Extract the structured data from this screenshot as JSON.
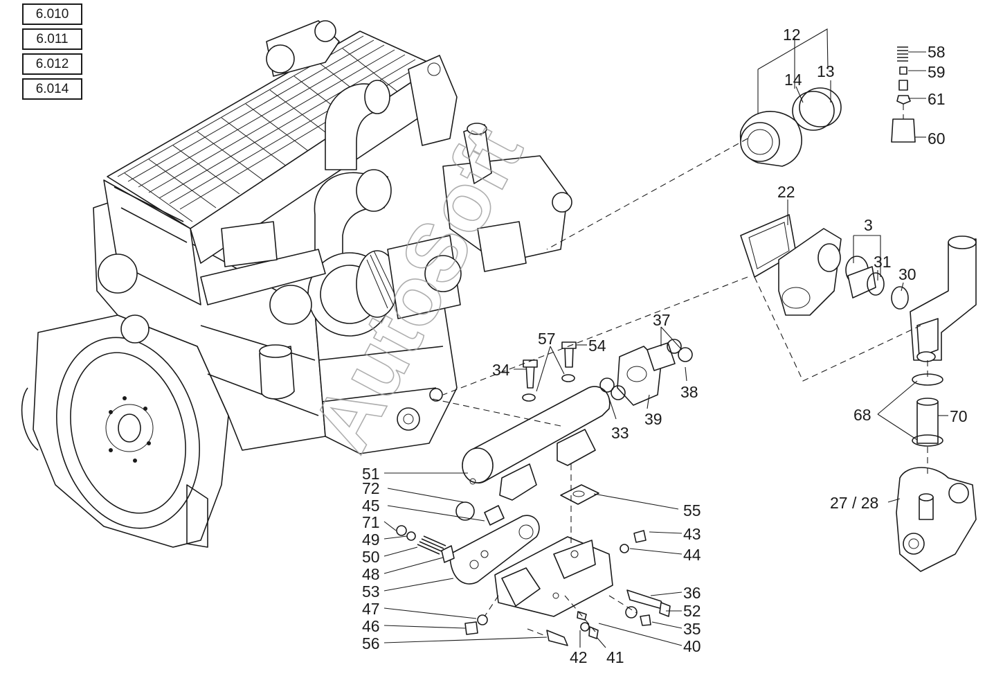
{
  "references": [
    "6.010",
    "6.011",
    "6.012",
    "6.014"
  ],
  "watermark": "AutoSoft",
  "callouts": {
    "c3": "3",
    "c12": "12",
    "c13": "13",
    "c14": "14",
    "c22": "22",
    "c27_28": "27 / 28",
    "c30": "30",
    "c31": "31",
    "c33": "33",
    "c34": "34",
    "c35": "35",
    "c36": "36",
    "c37": "37",
    "c38": "38",
    "c39": "39",
    "c40": "40",
    "c41": "41",
    "c42": "42",
    "c43": "43",
    "c44": "44",
    "c45": "45",
    "c46": "46",
    "c47": "47",
    "c48": "48",
    "c49": "49",
    "c50": "50",
    "c51": "51",
    "c52": "52",
    "c53": "53",
    "c54": "54",
    "c55": "55",
    "c56": "56",
    "c57": "57",
    "c58": "58",
    "c59": "59",
    "c60": "60",
    "c61": "61",
    "c68": "68",
    "c70": "70",
    "c71": "71",
    "c72": "72"
  }
}
